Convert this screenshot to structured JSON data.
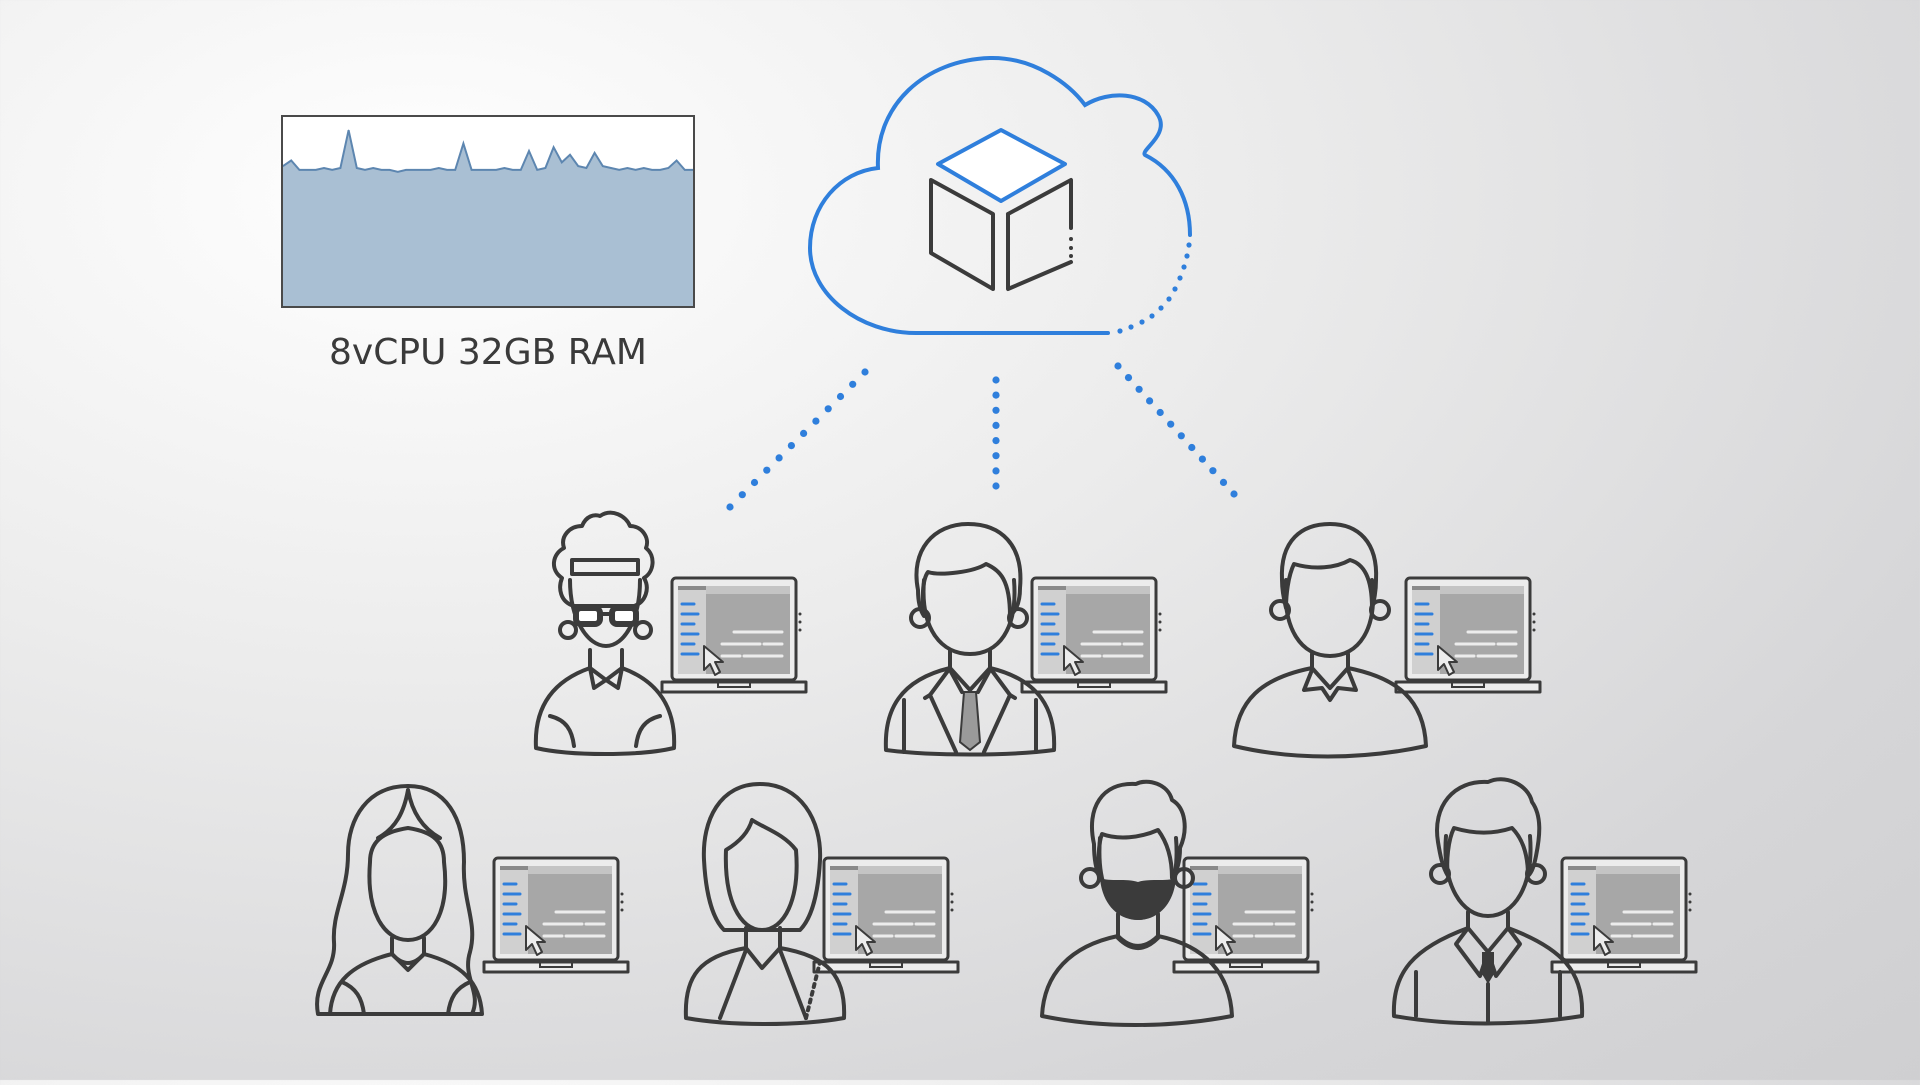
{
  "spec_label": "8vCPU 32GB RAM",
  "colors": {
    "accent_blue": "#2f7fdc",
    "chart_fill": "#a9bfd3",
    "chart_line": "#5d86b0",
    "line_dark": "#3b3b3b"
  },
  "icons": {
    "cloud": "cloud-icon",
    "container": "cube-icon",
    "users": [
      "curly-hair-glasses-user",
      "suit-tie-user",
      "short-hair-user",
      "long-hair-woman-user",
      "bob-hair-woman-user",
      "quiff-hair-user",
      "businessman-user"
    ]
  },
  "chart_data": {
    "type": "area",
    "title": "",
    "xlabel": "",
    "ylabel": "",
    "ylim": [
      0,
      1
    ],
    "x": [
      0,
      1,
      2,
      3,
      4,
      5,
      6,
      7,
      8,
      9,
      10,
      11,
      12,
      13,
      14,
      15,
      16,
      17,
      18,
      19,
      20,
      21,
      22,
      23,
      24,
      25,
      26,
      27,
      28,
      29,
      30,
      31,
      32,
      33,
      34,
      35,
      36,
      37,
      38,
      39,
      40,
      41,
      42,
      43,
      44,
      45,
      46,
      47,
      48,
      49,
      50
    ],
    "values": [
      0.74,
      0.77,
      0.72,
      0.72,
      0.72,
      0.73,
      0.72,
      0.73,
      0.93,
      0.73,
      0.72,
      0.73,
      0.72,
      0.72,
      0.71,
      0.72,
      0.72,
      0.72,
      0.72,
      0.73,
      0.72,
      0.72,
      0.86,
      0.72,
      0.72,
      0.72,
      0.72,
      0.73,
      0.72,
      0.72,
      0.82,
      0.72,
      0.73,
      0.84,
      0.76,
      0.8,
      0.74,
      0.73,
      0.81,
      0.74,
      0.73,
      0.72,
      0.73,
      0.72,
      0.73,
      0.72,
      0.72,
      0.73,
      0.77,
      0.72,
      0.72
    ]
  }
}
